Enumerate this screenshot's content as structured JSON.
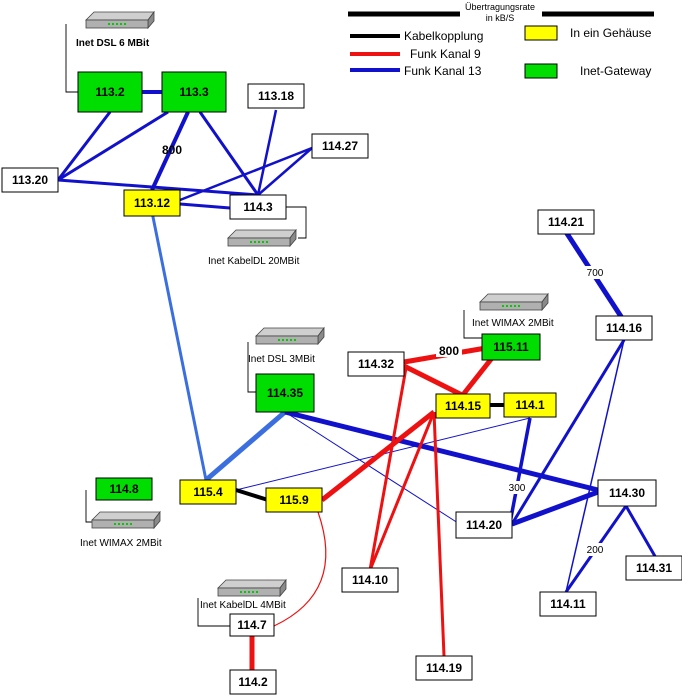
{
  "legend": {
    "title_line1": "Übertragungsrate",
    "title_line2": "in kB/S",
    "cable": "Kabelkopplung",
    "radio9": "Funk Kanal 9",
    "radio13": "Funk Kanal 13",
    "housing": "In ein Gehäuse",
    "gateway": "Inet-Gateway"
  },
  "colors": {
    "cable": "#000000",
    "radio9": "#ee1111",
    "radio13": "#1111cc",
    "light_blue": "#3b6fe0",
    "housing": "#ffff00",
    "gateway": "#00dd00",
    "plain": "#ffffff"
  },
  "nodes": {
    "n113_2": "113.2",
    "n113_3": "113.3",
    "n113_18": "113.18",
    "n114_27": "114.27",
    "n113_20": "113.20",
    "n113_12": "113.12",
    "n114_3": "114.3",
    "n114_21": "114.21",
    "n114_16": "114.16",
    "n114_32": "114.32",
    "n115_11": "115.11",
    "n114_35": "114.35",
    "n114_15": "114.15",
    "n114_1": "114.1",
    "n114_8": "114.8",
    "n115_4": "115.4",
    "n115_9": "115.9",
    "n114_30": "114.30",
    "n114_20": "114.20",
    "n114_10": "114.10",
    "n114_31": "114.31",
    "n114_11": "114.11",
    "n114_7": "114.7",
    "n114_2": "114.2",
    "n114_19": "114.19"
  },
  "devices": {
    "dsl6": "Inet DSL 6 MBit",
    "kabel20": "Inet KabelDL 20MBit",
    "wimax2_top": "Inet WIMAX 2MBit",
    "dsl3": "Inet DSL 3MBit",
    "wimax2_left": "Inet WIMAX 2MBit",
    "kabel4": "Inet KabelDL 4MBit"
  },
  "rates": {
    "r800_a": "800",
    "r800_b": "800",
    "r700": "700",
    "r300": "300",
    "r200": "200"
  }
}
